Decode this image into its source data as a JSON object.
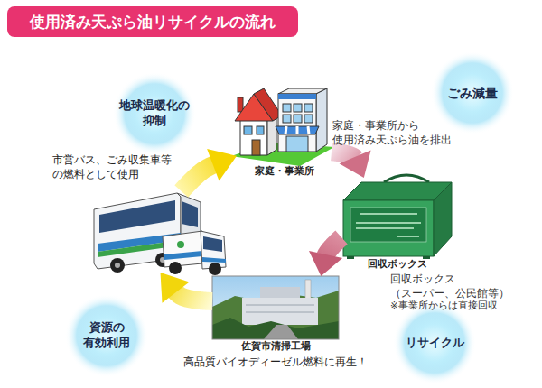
{
  "diagram": {
    "title": "使用済み天ぷら油リサイクルの流れ",
    "nodes": [
      {
        "text": [
          "地球温暖化の 抑制"
        ]
      },
      {
        "text": [
          "家庭・事業所"
        ]
      },
      {
        "text": [
          "ごみ減量"
        ]
      },
      {
        "text": [
          "市営バス、ごみ収集車等 の燃料として使用"
        ]
      },
      {
        "text": [
          "回収ボックス"
        ]
      },
      {
        "text": [
          "佐賀市清掃工場",
          "高品質バイオディーゼル燃料に再生！"
        ]
      },
      {
        "text": [
          "資源の 有効利用"
        ]
      },
      {
        "text": [
          "リサイクル"
        ]
      }
    ],
    "edges": [
      {
        "from": 1,
        "to": 4,
        "arrow": "to"
      },
      {
        "from": 4,
        "to": 5,
        "arrow": "to"
      },
      {
        "from": 5,
        "to": 3,
        "arrow": "to"
      },
      {
        "from": 3,
        "to": 1,
        "arrow": "to"
      }
    ],
    "labels": [
      "家庭・事業所から 使用済み天ぷら油を排出",
      "回収ボックス （スーパー、公民館等）",
      "※事業所からは直接回収"
    ]
  }
}
